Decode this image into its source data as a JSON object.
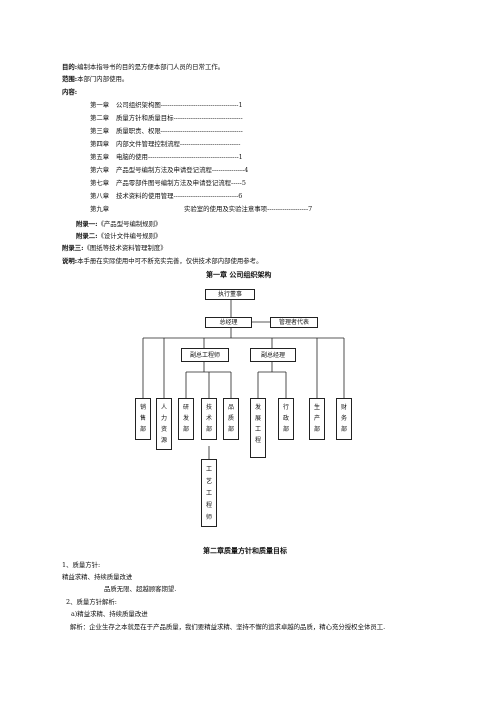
{
  "header": {
    "purpose_label": "目的:",
    "purpose_text": "编制本指导书的目的是方便本部门人员的日常工作。",
    "scope_label": "范围:",
    "scope_text": "本部门内部使用。",
    "content_label": "内容:"
  },
  "toc": [
    {
      "chapter": "第一章",
      "title": "公司组织架构图",
      "leader": "------------------------------------",
      "page": "1"
    },
    {
      "chapter": "第二章",
      "title": "质量方针和质量目标",
      "leader": "--------------------------------",
      "page": ""
    },
    {
      "chapter": "第三章",
      "title": "质量职责、权限",
      "leader": "--------------------------------------",
      "page": ""
    },
    {
      "chapter": "第四章",
      "title": "内部文件管理控制流程",
      "leader": "----------------------------",
      "page": ""
    },
    {
      "chapter": "第五章",
      "title": "电脑的使用",
      "leader": "------------------------------------------",
      "page": "1"
    },
    {
      "chapter": "第六章",
      "title": "产品型号编制方法及申请登记流程",
      "leader": "---------------",
      "page": "4"
    },
    {
      "chapter": "第七章",
      "title": "产品零部件图号编制方法及申请登记流程",
      "leader": "-----",
      "page": "5"
    },
    {
      "chapter": "第八章",
      "title": "技术资料的使用管理",
      "leader": "------------------------------",
      "page": "6"
    },
    {
      "chapter": "第九章",
      "title": "实验室的使用及实验注意事项",
      "leader": "-------------------",
      "page": "7"
    }
  ],
  "appendix": [
    {
      "label": "附录一:",
      "text": "《产品型号编制规则》"
    },
    {
      "label": "附录二:",
      "text": "《设计文件编号规则》"
    },
    {
      "label": "附录三:",
      "text": "《图纸等技术资料管理制度》"
    }
  ],
  "note": {
    "label": "说明:",
    "text": "本手册在实际使用中可不断充实完善，仅供技术部内部使用参考。"
  },
  "chapter1": {
    "title": "第一章    公司组织架构",
    "org": {
      "ceo": "执行董事",
      "gm": "总经理",
      "mgmt_rep": "管理者代表",
      "deputy_chief_engineer": "副总工程师",
      "deputy_gm": "副总经理",
      "departments": [
        {
          "chars": [
            "销",
            "售",
            "部"
          ]
        },
        {
          "chars": [
            "人",
            "力",
            "资",
            "源"
          ]
        },
        {
          "chars": [
            "研",
            "发",
            "部"
          ]
        },
        {
          "chars": [
            "技",
            "术",
            "部"
          ]
        },
        {
          "chars": [
            "品",
            "质",
            "部"
          ]
        },
        {
          "chars": [
            "发",
            "展",
            "工",
            "程"
          ]
        },
        {
          "chars": [
            "行",
            "政",
            "部"
          ]
        },
        {
          "chars": [
            "生",
            "产",
            "部"
          ]
        },
        {
          "chars": [
            "财",
            "务",
            "部"
          ]
        }
      ],
      "process_engineer": [
        "工",
        "艺",
        "工",
        "程",
        "师"
      ]
    }
  },
  "chapter2": {
    "title": "第二章质量方针和质量目标",
    "line1": "1、质量方针:",
    "line2": "精益求精、持续质量改进",
    "line3": "品质无限、超越顾客期望.",
    "line4": "2、质量方针解析:",
    "line5": "a)精益求精、持续质量改进",
    "line6": "解析：企业生存之本就是在于产品质量，我们要精益求精、坚持不懈的追求卓越的品质，精心充分授权全体员工."
  }
}
